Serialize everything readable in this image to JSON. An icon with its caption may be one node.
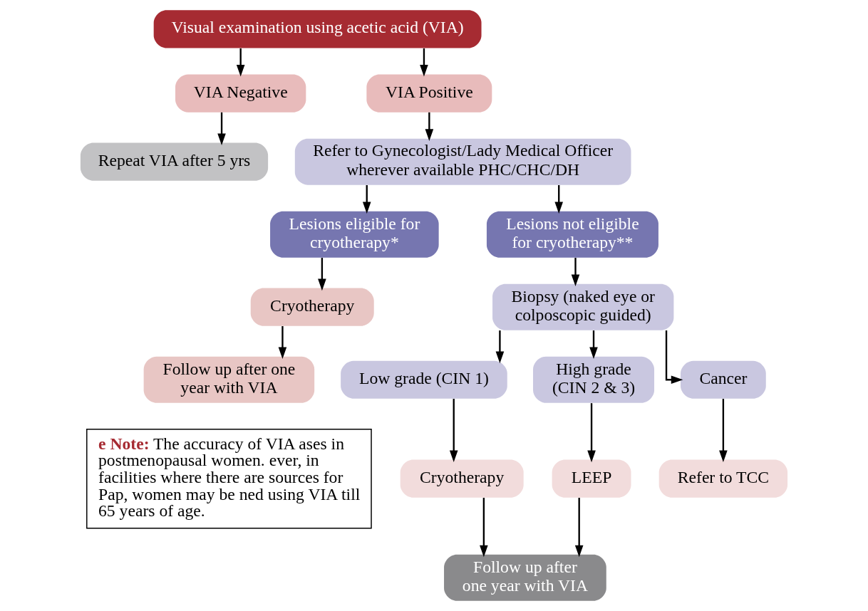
{
  "diagram": {
    "nodes": [
      {
        "text": [
          "Visual examination using acetic acid (VIA)"
        ]
      },
      {
        "text": [
          "VIA Negative"
        ]
      },
      {
        "text": [
          "VIA Positive"
        ]
      },
      {
        "text": [
          "Repeat VIA after 5 yrs"
        ]
      },
      {
        "text": [
          "Refer to Gynecologist/Lady Medical Officer wherever available PHC/CHC/DH"
        ]
      },
      {
        "text": [
          "Lesions eligible for cryotherapy*"
        ]
      },
      {
        "text": [
          "Lesions not eligible for cryotherapy**"
        ]
      },
      {
        "text": [
          "Cryotherapy"
        ]
      },
      {
        "text": [
          "Follow up after one year with VIA"
        ]
      },
      {
        "text": [
          "Biopsy (naked eye or colposcopic guided)"
        ]
      },
      {
        "text": [
          "Low grade (CIN 1)"
        ]
      },
      {
        "text": [
          "High grade (CIN 2 & 3)"
        ]
      },
      {
        "text": [
          "Cancer"
        ]
      },
      {
        "text": [
          "Cryotherapy"
        ]
      },
      {
        "text": [
          "LEEP"
        ]
      },
      {
        "text": [
          "Refer to TCC"
        ]
      },
      {
        "text": [
          "Follow up after one year with VIA"
        ]
      }
    ],
    "edges": [
      {
        "from": 0,
        "to": 1,
        "arrow": "to"
      },
      {
        "from": 0,
        "to": 2,
        "arrow": "to"
      },
      {
        "from": 1,
        "to": 3,
        "arrow": "to"
      },
      {
        "from": 2,
        "to": 4,
        "arrow": "to"
      },
      {
        "from": 4,
        "to": 5,
        "arrow": "to"
      },
      {
        "from": 4,
        "to": 6,
        "arrow": "to"
      },
      {
        "from": 5,
        "to": 7,
        "arrow": "to"
      },
      {
        "from": 7,
        "to": 8,
        "arrow": "to"
      },
      {
        "from": 6,
        "to": 9,
        "arrow": "to"
      },
      {
        "from": 9,
        "to": 10,
        "arrow": "to"
      },
      {
        "from": 9,
        "to": 11,
        "arrow": "to"
      },
      {
        "from": 9,
        "to": 12,
        "arrow": "to"
      },
      {
        "from": 10,
        "to": 13,
        "arrow": "to"
      },
      {
        "from": 11,
        "to": 14,
        "arrow": "to"
      },
      {
        "from": 12,
        "to": 15,
        "arrow": "to"
      },
      {
        "from": 14,
        "to": 16,
        "arrow": "to"
      },
      {
        "from": 13,
        "to": 16,
        "arrow": "to"
      }
    ],
    "labels": [
      "**e Note:** The accuracy of VIA ases in postmenopausal women. ever, in facilities where there are sources for Pap, women may be ned using VIA till 65 years of age."
    ]
  }
}
